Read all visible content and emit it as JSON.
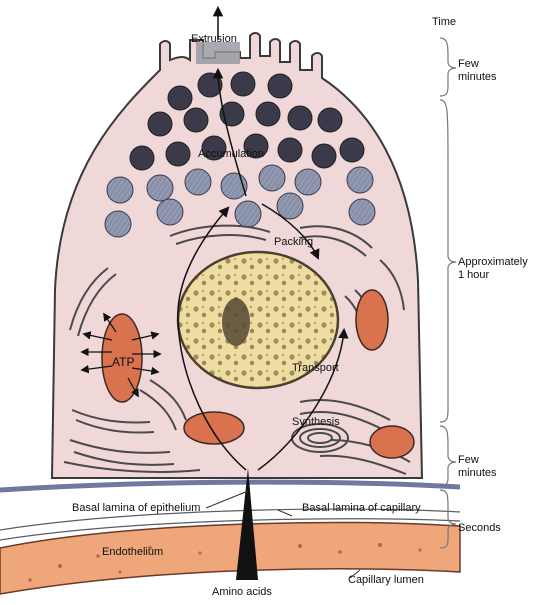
{
  "diagram": {
    "time_axis": {
      "header": "Time",
      "stages": [
        {
          "label": "Few minutes"
        },
        {
          "label": "Approximately 1 hour"
        },
        {
          "label": "Few minutes"
        },
        {
          "label": "Seconds"
        }
      ]
    },
    "process_labels": {
      "extrusion": "Extrusion",
      "accumulation": "Accumulation",
      "packing": "Packing",
      "transport": "Transport",
      "synthesis": "Synthesis",
      "atp": "ATP",
      "amino_acids": "Amino acids"
    },
    "structure_labels": {
      "basal_lamina_epithelium": "Basal lamina of epithelium",
      "basal_lamina_capillary": "Basal lamina of capillary",
      "endothelium": "Endothelium",
      "capillary_lumen": "Capillary lumen"
    },
    "colors": {
      "cytoplasm": "#f0d8d8",
      "outline": "#3a3a3a",
      "dark_granule": "#3a3a4a",
      "light_granule": "#8890a8",
      "mitochondrion": "#d9734f",
      "nucleus": "#efdca0",
      "endothelium": "#eea67a",
      "basal_lamina": "#7078a0"
    }
  }
}
